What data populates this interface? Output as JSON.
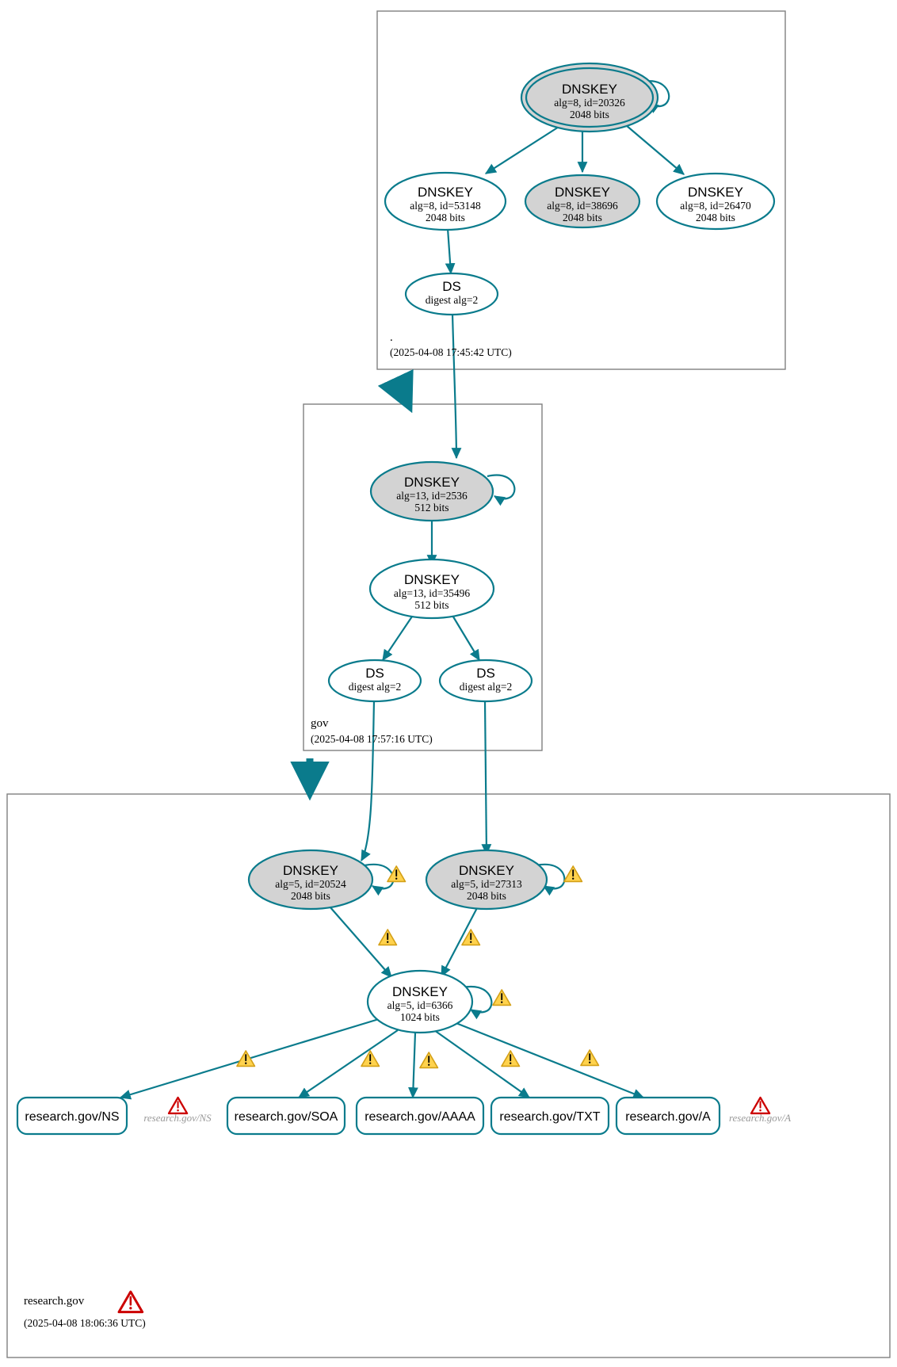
{
  "diagram": {
    "type": "dnssec-authentication-chain",
    "accent_color": "#0a7b8c",
    "node_fill_secure": "#d3d3d3",
    "node_fill_plain": "#ffffff",
    "zone_border_color": "#808080",
    "warning_color": "#ffd24d",
    "error_color": "#cc0000"
  },
  "zones": [
    {
      "id": "root",
      "name": ".",
      "timestamp": "(2025-04-08 17:45:42 UTC)",
      "nodes": [
        {
          "id": "root-ksk-20326",
          "kind": "DNSKEY",
          "title": "DNSKEY",
          "line2": "alg=8, id=20326",
          "line3": "2048 bits",
          "role": "ksk",
          "shaded": true,
          "double_border": true,
          "self_sign": true
        },
        {
          "id": "root-zsk-53148",
          "kind": "DNSKEY",
          "title": "DNSKEY",
          "line2": "alg=8, id=53148",
          "line3": "2048 bits",
          "role": "zsk",
          "shaded": false,
          "double_border": false,
          "self_sign": false
        },
        {
          "id": "root-zsk-38696",
          "kind": "DNSKEY",
          "title": "DNSKEY",
          "line2": "alg=8, id=38696",
          "line3": "2048 bits",
          "role": "zsk",
          "shaded": true,
          "double_border": false,
          "self_sign": false
        },
        {
          "id": "root-zsk-26470",
          "kind": "DNSKEY",
          "title": "DNSKEY",
          "line2": "alg=8, id=26470",
          "line3": "2048 bits",
          "role": "zsk",
          "shaded": false,
          "double_border": false,
          "self_sign": false
        },
        {
          "id": "root-ds-1",
          "kind": "DS",
          "title": "DS",
          "line2": "digest alg=2",
          "line3": "",
          "role": "ds",
          "shaded": false,
          "double_border": false,
          "self_sign": false
        }
      ]
    },
    {
      "id": "gov",
      "name": "gov",
      "timestamp": "(2025-04-08 17:57:16 UTC)",
      "nodes": [
        {
          "id": "gov-ksk-2536",
          "kind": "DNSKEY",
          "title": "DNSKEY",
          "line2": "alg=13, id=2536",
          "line3": "512 bits",
          "role": "ksk",
          "shaded": true,
          "double_border": false,
          "self_sign": true
        },
        {
          "id": "gov-zsk-35496",
          "kind": "DNSKEY",
          "title": "DNSKEY",
          "line2": "alg=13, id=35496",
          "line3": "512 bits",
          "role": "zsk",
          "shaded": false,
          "double_border": false,
          "self_sign": false
        },
        {
          "id": "gov-ds-left",
          "kind": "DS",
          "title": "DS",
          "line2": "digest alg=2",
          "line3": "",
          "role": "ds",
          "shaded": false,
          "double_border": false,
          "self_sign": false
        },
        {
          "id": "gov-ds-right",
          "kind": "DS",
          "title": "DS",
          "line2": "digest alg=2",
          "line3": "",
          "role": "ds",
          "shaded": false,
          "double_border": false,
          "self_sign": false
        }
      ]
    },
    {
      "id": "research-gov",
      "name": "research.gov",
      "timestamp": "(2025-04-08 18:06:36 UTC)",
      "has_error_badge": true,
      "nodes": [
        {
          "id": "rg-ksk-20524",
          "kind": "DNSKEY",
          "title": "DNSKEY",
          "line2": "alg=5, id=20524",
          "line3": "2048 bits",
          "role": "ksk",
          "shaded": true,
          "double_border": false,
          "self_sign": true,
          "warning": true
        },
        {
          "id": "rg-ksk-27313",
          "kind": "DNSKEY",
          "title": "DNSKEY",
          "line2": "alg=5, id=27313",
          "line3": "2048 bits",
          "role": "ksk",
          "shaded": true,
          "double_border": false,
          "self_sign": true,
          "warning": true
        },
        {
          "id": "rg-zsk-6366",
          "kind": "DNSKEY",
          "title": "DNSKEY",
          "line2": "alg=5, id=6366",
          "line3": "1024 bits",
          "role": "zsk",
          "shaded": false,
          "double_border": false,
          "self_sign": true,
          "warning": true
        }
      ],
      "rrsets": [
        {
          "id": "rr-ns",
          "label": "research.gov/NS",
          "warning": true
        },
        {
          "id": "rr-soa",
          "label": "research.gov/SOA",
          "warning": true
        },
        {
          "id": "rr-aaaa",
          "label": "research.gov/AAAA",
          "warning": true
        },
        {
          "id": "rr-txt",
          "label": "research.gov/TXT",
          "warning": true
        },
        {
          "id": "rr-a",
          "label": "research.gov/A",
          "warning": true
        }
      ],
      "error_nodes": [
        {
          "id": "err-ns",
          "label": "research.gov/NS"
        },
        {
          "id": "err-a",
          "label": "research.gov/A"
        }
      ]
    }
  ],
  "icons": {
    "warning": "warning-triangle-icon",
    "error": "error-triangle-icon"
  }
}
